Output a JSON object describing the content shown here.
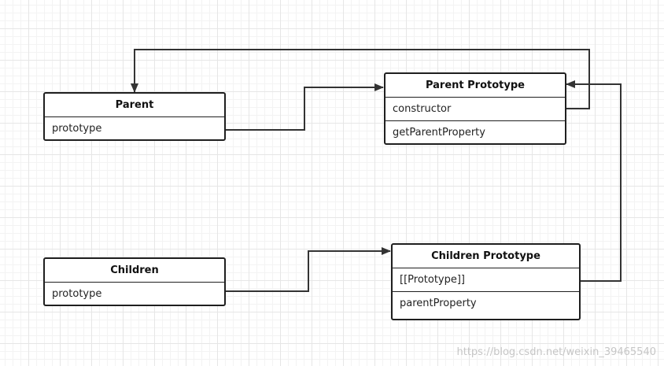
{
  "diagram": {
    "boxes": {
      "parent": {
        "title": "Parent",
        "rows": [
          "prototype"
        ]
      },
      "parent_prototype": {
        "title": "Parent Prototype",
        "rows": [
          "constructor",
          "getParentProperty"
        ]
      },
      "children": {
        "title": "Children",
        "rows": [
          "prototype"
        ]
      },
      "children_prototype": {
        "title": "Children Prototype",
        "rows": [
          "[[Prototype]]",
          "parentProperty"
        ]
      }
    },
    "line_color": "#333333",
    "box_border_color": "#1f1f1f"
  },
  "watermark": "https://blog.csdn.net/weixin_39465540"
}
